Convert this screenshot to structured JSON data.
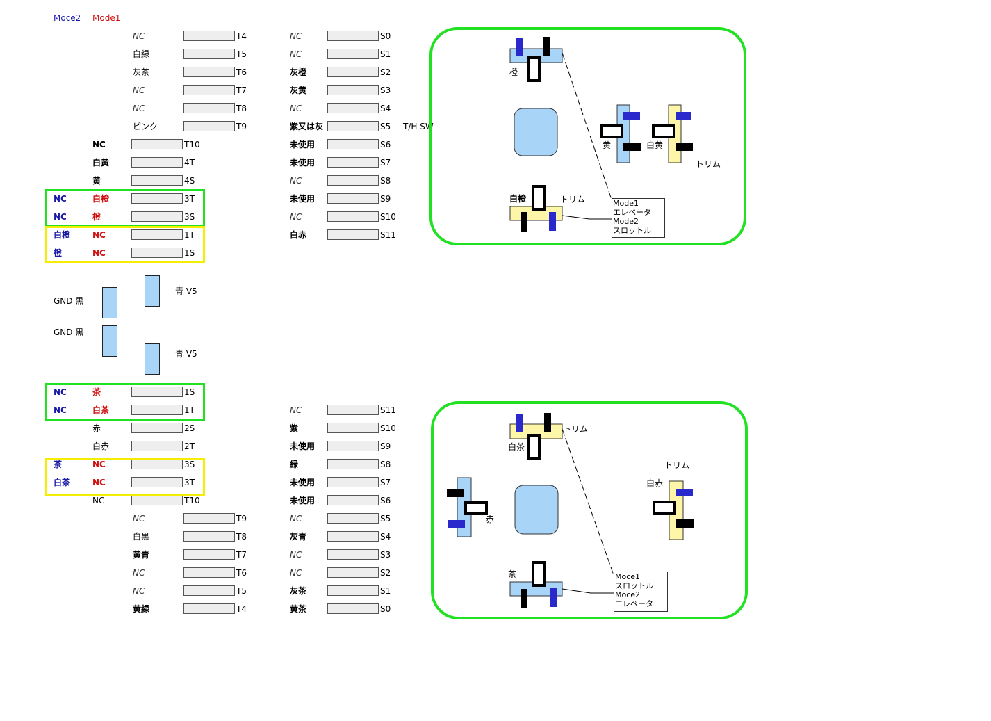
{
  "legend": {
    "mode2": "Moce2",
    "mode1": "Mode1"
  },
  "top": {
    "left_rows": [
      {
        "name": "NC",
        "col": "mid",
        "slot": "T4",
        "nc": true
      },
      {
        "name": "白緑",
        "col": "mid",
        "slot": "T5"
      },
      {
        "name": "灰茶",
        "col": "mid",
        "slot": "T6"
      },
      {
        "name": "NC",
        "col": "mid",
        "slot": "T7",
        "nc": true
      },
      {
        "name": "NC",
        "col": "mid",
        "slot": "T8",
        "nc": true
      },
      {
        "name": "ピンク",
        "col": "mid",
        "slot": "T9"
      },
      {
        "name": "NC",
        "col": "left",
        "slot": "T10",
        "bold": true
      },
      {
        "name": "白黄",
        "col": "left",
        "slot": "4T",
        "bold": true
      },
      {
        "name": "黄",
        "col": "left",
        "slot": "4S",
        "bold": true
      },
      {
        "m2": "NC",
        "m1": "白橙",
        "slot": "3T"
      },
      {
        "m2": "NC",
        "m1": "橙",
        "slot": "3S"
      },
      {
        "m2": "白橙",
        "m1": "NC",
        "slot": "1T"
      },
      {
        "m2": "橙",
        "m1": "NC",
        "slot": "1S"
      }
    ],
    "right_rows": [
      {
        "name": "NC",
        "slot": "S0",
        "nc": true
      },
      {
        "name": "NC",
        "slot": "S1",
        "nc": true
      },
      {
        "name": "灰橙",
        "slot": "S2",
        "bold": true
      },
      {
        "name": "灰黄",
        "slot": "S3",
        "bold": true
      },
      {
        "name": "NC",
        "slot": "S4",
        "nc": true
      },
      {
        "name": "紫又は灰",
        "slot": "S5",
        "bold": true
      },
      {
        "name": "未使用",
        "slot": "S6",
        "bold": true
      },
      {
        "name": "未使用",
        "slot": "S7",
        "bold": true
      },
      {
        "name": "NC",
        "slot": "S8",
        "nc": true
      },
      {
        "name": "未使用",
        "slot": "S9",
        "bold": true
      },
      {
        "name": "NC",
        "slot": "S10",
        "nc": true
      },
      {
        "name": "白赤",
        "slot": "S11",
        "bold": true
      }
    ],
    "th_sw": "T/H  SW"
  },
  "power": {
    "gnd1": "GND 黒",
    "gnd2": "GND 黒",
    "v1": "青 V5",
    "v2": "青 V5"
  },
  "bottom": {
    "left_rows": [
      {
        "m2": "NC",
        "m1": "茶",
        "slot": "1S"
      },
      {
        "m2": "NC",
        "m1": "白茶",
        "slot": "1T"
      },
      {
        "name": "赤",
        "col": "left",
        "slot": "2S"
      },
      {
        "name": "白赤",
        "col": "left",
        "slot": "2T"
      },
      {
        "m2": "茶",
        "m1": "NC",
        "slot": "3S"
      },
      {
        "m2": "白茶",
        "m1": "NC",
        "slot": "3T"
      },
      {
        "name": "NC",
        "col": "left",
        "slot": "T10"
      },
      {
        "name": "NC",
        "col": "mid",
        "slot": "T9",
        "nc": true
      },
      {
        "name": "白黒",
        "col": "mid",
        "slot": "T8"
      },
      {
        "name": "黄青",
        "col": "mid",
        "slot": "T7",
        "bold": true
      },
      {
        "name": "NC",
        "col": "mid",
        "slot": "T6",
        "nc": true
      },
      {
        "name": "NC",
        "col": "mid",
        "slot": "T5",
        "nc": true
      },
      {
        "name": "黄緑",
        "col": "mid",
        "slot": "T4",
        "bold": true
      }
    ],
    "right_rows": [
      {
        "name": "NC",
        "slot": "S11",
        "nc": true
      },
      {
        "name": "紫",
        "slot": "S10",
        "bold": true
      },
      {
        "name": "未使用",
        "slot": "S9",
        "bold": true
      },
      {
        "name": "緑",
        "slot": "S8",
        "bold": true
      },
      {
        "name": "未使用",
        "slot": "S7",
        "bold": true
      },
      {
        "name": "未使用",
        "slot": "S6",
        "bold": true
      },
      {
        "name": "NC",
        "slot": "S5",
        "nc": true
      },
      {
        "name": "灰青",
        "slot": "S4",
        "bold": true
      },
      {
        "name": "NC",
        "slot": "S3",
        "nc": true
      },
      {
        "name": "NC",
        "slot": "S2",
        "nc": true
      },
      {
        "name": "灰茶",
        "slot": "S1",
        "bold": true
      },
      {
        "name": "黄茶",
        "slot": "S0",
        "bold": true
      }
    ]
  },
  "panel_top": {
    "top_stick": "橙",
    "right_stick1": "黄",
    "right_stick2": "白黄",
    "trim_right": "トリム",
    "bottom_stick": "白橙",
    "trim_bottom": "トリム",
    "note": [
      "Mode1",
      "エレベータ",
      "Mode2",
      "スロットル"
    ]
  },
  "panel_bottom": {
    "top_stick": "白茶",
    "trim_top": "トリム",
    "left_stick": "赤",
    "trim_right": "トリム",
    "right_stick": "白赤",
    "bottom_stick": "茶",
    "note": [
      "Moce1",
      "スロットル",
      "Moce2",
      "エレベータ"
    ]
  }
}
